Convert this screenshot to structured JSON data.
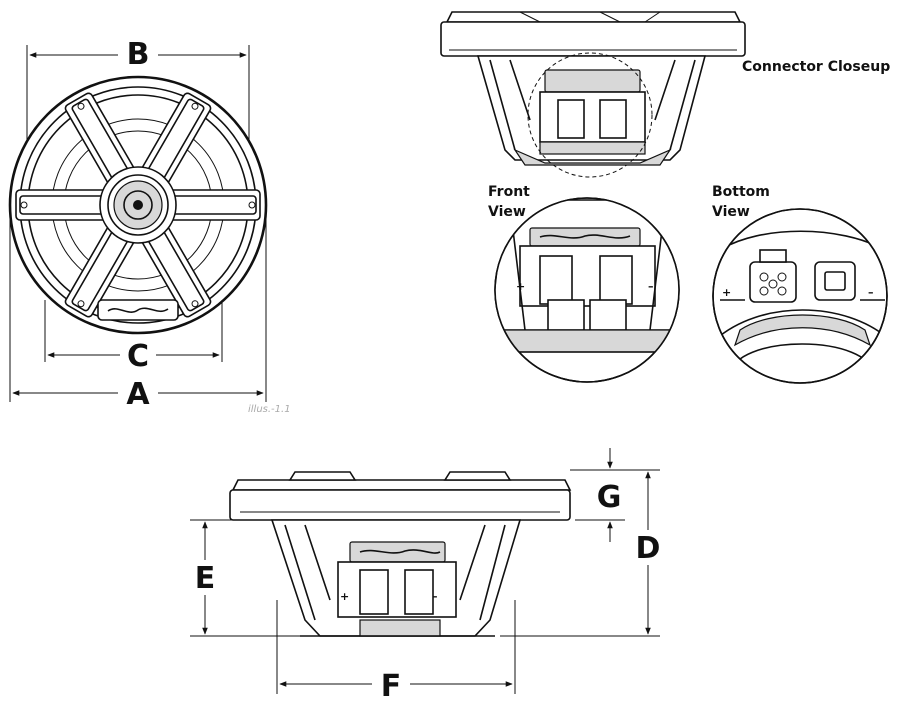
{
  "dimensions": {
    "a": "A",
    "b": "B",
    "c": "C",
    "d": "D",
    "e": "E",
    "f": "F",
    "g": "G"
  },
  "captions": {
    "connector_closeup": "Connector Closeup",
    "front_view_line1": "Front",
    "front_view_line2": "View",
    "bottom_view_line1": "Bottom",
    "bottom_view_line2": "View"
  },
  "illustration_id": "illus.-1.1",
  "terminal_marks": {
    "positive": "+",
    "negative": "–"
  }
}
